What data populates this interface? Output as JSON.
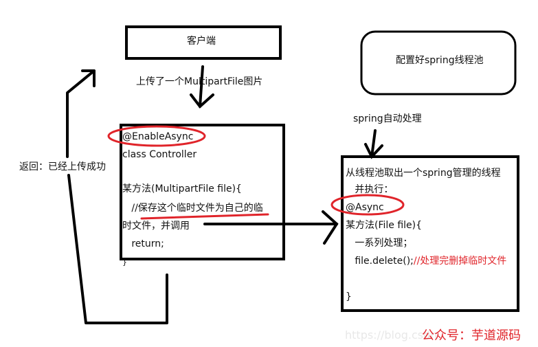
{
  "client": {
    "label": "客户端"
  },
  "upload_label": "上传了一个MultipartFile图片",
  "thread_pool": {
    "label": "配置好spring线程池"
  },
  "auto_label": "spring自动处理",
  "return_label": "返回：已经上传成功",
  "controller": {
    "lines": [
      "@EnableAsync",
      "class Controller",
      "某方法(MultipartFile file){",
      "   //保存这个临时文件为自己的临",
      "时文件，并调用",
      "   return;",
      "}"
    ]
  },
  "worker": {
    "lines": [
      "从线程池取出一个spring管理的线程",
      "   并执行：",
      "@Async",
      "某方法(File file){",
      "   一系列处理；",
      "   file.delete();"
    ],
    "comment": "//处理完删掉临时文件",
    "closing": "}"
  },
  "watermark": {
    "url": "https://blog.csdn",
    "brand": "公众号：芋道源码"
  },
  "colors": {
    "stroke": "#000000",
    "highlight": "#e0242a"
  }
}
